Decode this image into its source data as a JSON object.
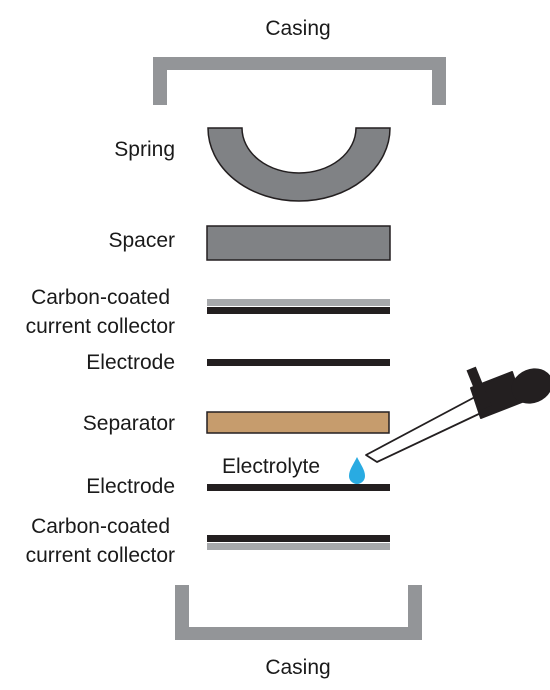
{
  "title": "",
  "colors": {
    "casing": "#939598",
    "spacer": "#808285",
    "collector_carbon": "#a7a9ac",
    "electrode": "#231f20",
    "separator": "#c69c6d",
    "separator_outline": "#231f20",
    "electrolyte_drop": "#29abe2",
    "dropper_bulb": "#231f20",
    "outline": "#231f20"
  },
  "labels": {
    "casing_top": "Casing",
    "spring": "Spring",
    "spacer": "Spacer",
    "collector_top_line1": "Carbon-coated",
    "collector_top_line2": "current collector",
    "electrode_top": "Electrode",
    "separator": "Separator",
    "electrolyte": "Electrolyte",
    "electrode_bottom": "Electrode",
    "collector_bottom_line1": "Carbon-coated",
    "collector_bottom_line2": "current collector",
    "casing_bottom": "Casing"
  }
}
